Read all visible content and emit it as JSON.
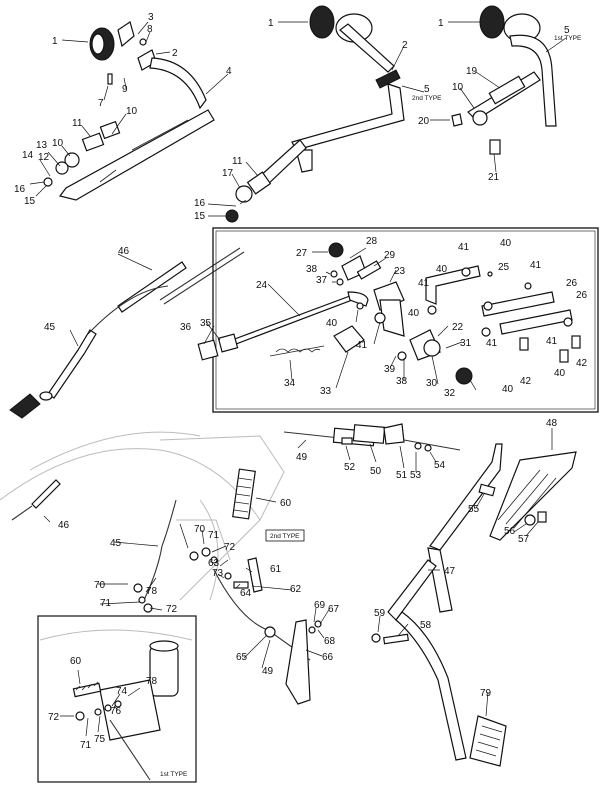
{
  "labels": [
    {
      "id": "1a",
      "text": "1"
    },
    {
      "id": "3",
      "text": "3"
    },
    {
      "id": "8",
      "text": "8"
    },
    {
      "id": "2a",
      "text": "2"
    },
    {
      "id": "9",
      "text": "9"
    },
    {
      "id": "7",
      "text": "7"
    },
    {
      "id": "4",
      "text": "4"
    },
    {
      "id": "10a",
      "text": "10"
    },
    {
      "id": "11a",
      "text": "11"
    },
    {
      "id": "10b",
      "text": "10"
    },
    {
      "id": "13",
      "text": "13"
    },
    {
      "id": "12",
      "text": "12"
    },
    {
      "id": "14",
      "text": "14"
    },
    {
      "id": "16a",
      "text": "16"
    },
    {
      "id": "15a",
      "text": "15"
    },
    {
      "id": "1b",
      "text": "1"
    },
    {
      "id": "2b",
      "text": "2"
    },
    {
      "id": "5b",
      "text": "5"
    },
    {
      "id": "11b",
      "text": "11"
    },
    {
      "id": "17",
      "text": "17"
    },
    {
      "id": "16b",
      "text": "16"
    },
    {
      "id": "15b",
      "text": "15"
    },
    {
      "id": "1c",
      "text": "1"
    },
    {
      "id": "5c",
      "text": "5"
    },
    {
      "id": "19",
      "text": "19"
    },
    {
      "id": "10c",
      "text": "10"
    },
    {
      "id": "20",
      "text": "20"
    },
    {
      "id": "21",
      "text": "21"
    },
    {
      "id": "46a",
      "text": "46"
    },
    {
      "id": "45a",
      "text": "45"
    },
    {
      "id": "27",
      "text": "27"
    },
    {
      "id": "28",
      "text": "28"
    },
    {
      "id": "29",
      "text": "29"
    },
    {
      "id": "38a",
      "text": "38"
    },
    {
      "id": "37",
      "text": "37"
    },
    {
      "id": "23",
      "text": "23"
    },
    {
      "id": "24",
      "text": "24"
    },
    {
      "id": "36",
      "text": "36"
    },
    {
      "id": "35",
      "text": "35"
    },
    {
      "id": "34",
      "text": "34"
    },
    {
      "id": "33",
      "text": "33"
    },
    {
      "id": "40a",
      "text": "40"
    },
    {
      "id": "41a",
      "text": "41"
    },
    {
      "id": "41b",
      "text": "41"
    },
    {
      "id": "40b",
      "text": "40"
    },
    {
      "id": "41c",
      "text": "41"
    },
    {
      "id": "40c",
      "text": "40"
    },
    {
      "id": "25",
      "text": "25"
    },
    {
      "id": "40d",
      "text": "40"
    },
    {
      "id": "22",
      "text": "22"
    },
    {
      "id": "31",
      "text": "31"
    },
    {
      "id": "39",
      "text": "39"
    },
    {
      "id": "38b",
      "text": "38"
    },
    {
      "id": "30",
      "text": "30"
    },
    {
      "id": "32",
      "text": "32"
    },
    {
      "id": "41d",
      "text": "41"
    },
    {
      "id": "26a",
      "text": "26"
    },
    {
      "id": "26b",
      "text": "26"
    },
    {
      "id": "41e",
      "text": "41"
    },
    {
      "id": "41f",
      "text": "41"
    },
    {
      "id": "40e",
      "text": "40"
    },
    {
      "id": "42a",
      "text": "42"
    },
    {
      "id": "40f",
      "text": "40"
    },
    {
      "id": "42b",
      "text": "42"
    },
    {
      "id": "49a",
      "text": "49"
    },
    {
      "id": "52",
      "text": "52"
    },
    {
      "id": "50",
      "text": "50"
    },
    {
      "id": "51",
      "text": "51"
    },
    {
      "id": "53",
      "text": "53"
    },
    {
      "id": "54",
      "text": "54"
    },
    {
      "id": "48",
      "text": "48"
    },
    {
      "id": "55",
      "text": "55"
    },
    {
      "id": "56",
      "text": "56"
    },
    {
      "id": "57",
      "text": "57"
    },
    {
      "id": "47",
      "text": "47"
    },
    {
      "id": "59",
      "text": "59"
    },
    {
      "id": "58",
      "text": "58"
    },
    {
      "id": "79",
      "text": "79"
    },
    {
      "id": "46b",
      "text": "46"
    },
    {
      "id": "60a",
      "text": "60"
    },
    {
      "id": "45b",
      "text": "45"
    },
    {
      "id": "70a",
      "text": "70"
    },
    {
      "id": "71a",
      "text": "71"
    },
    {
      "id": "72a",
      "text": "72"
    },
    {
      "id": "63",
      "text": "63"
    },
    {
      "id": "73",
      "text": "73"
    },
    {
      "id": "61",
      "text": "61"
    },
    {
      "id": "64",
      "text": "64"
    },
    {
      "id": "62",
      "text": "62"
    },
    {
      "id": "78a",
      "text": "78"
    },
    {
      "id": "70b",
      "text": "70"
    },
    {
      "id": "71b",
      "text": "71"
    },
    {
      "id": "72b",
      "text": "72"
    },
    {
      "id": "69",
      "text": "69"
    },
    {
      "id": "67",
      "text": "67"
    },
    {
      "id": "68",
      "text": "68"
    },
    {
      "id": "65",
      "text": "65"
    },
    {
      "id": "66",
      "text": "66"
    },
    {
      "id": "49b",
      "text": "49"
    },
    {
      "id": "60b",
      "text": "60"
    },
    {
      "id": "78b",
      "text": "78"
    },
    {
      "id": "74",
      "text": "74"
    },
    {
      "id": "72c",
      "text": "72"
    },
    {
      "id": "76",
      "text": "76"
    },
    {
      "id": "75",
      "text": "75"
    },
    {
      "id": "71c",
      "text": "71"
    }
  ],
  "tags": {
    "type2a": "2nd TYPE",
    "type1a": "1st TYPE",
    "type2_box": "2nd TYPE",
    "type1_inset": "1st TYPE"
  }
}
